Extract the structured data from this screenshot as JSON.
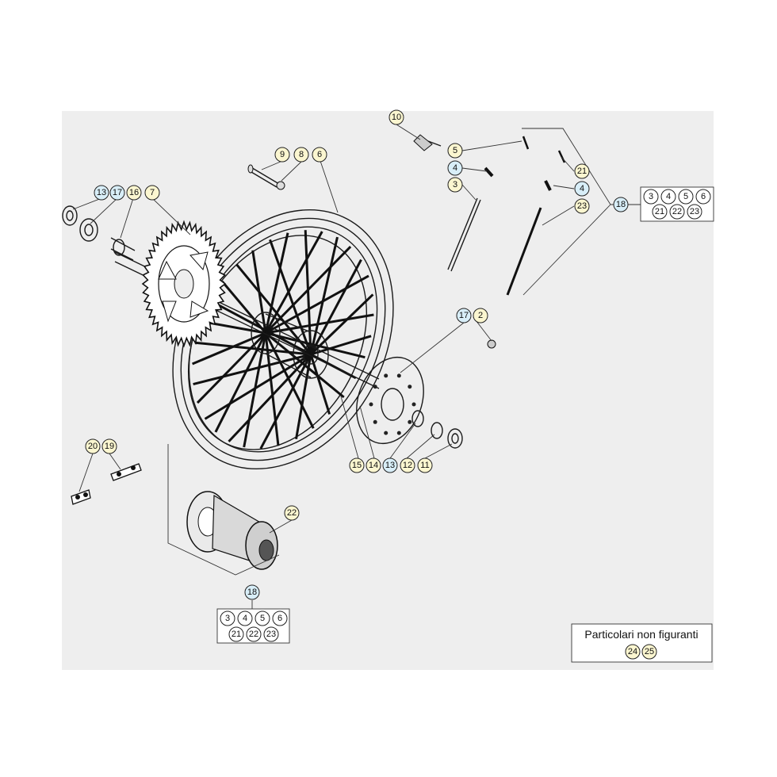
{
  "colors": {
    "background": "#eeeeee",
    "circle_yellow": "#fbf6d0",
    "circle_blue": "#d8eef8",
    "circle_white": "#ffffff"
  },
  "callouts": {
    "c2": "2",
    "c3": "3",
    "c4a": "4",
    "c4b": "4",
    "c5": "5",
    "c6": "6",
    "c7": "7",
    "c8": "8",
    "c9": "9",
    "c10": "10",
    "c11": "11",
    "c12": "12",
    "c13a": "13",
    "c13b": "13",
    "c14": "14",
    "c15": "15",
    "c16": "16",
    "c17a": "17",
    "c17b": "17",
    "c18a": "18",
    "c18b": "18",
    "c19": "19",
    "c20": "20",
    "c21": "21",
    "c22": "22",
    "c23": "23"
  },
  "kit_a": {
    "row1": [
      "3",
      "4",
      "5",
      "6"
    ],
    "row2": [
      "21",
      "22",
      "23"
    ]
  },
  "kit_b": {
    "row1": [
      "3",
      "4",
      "5",
      "6"
    ],
    "row2": [
      "21",
      "22",
      "23"
    ]
  },
  "legend": {
    "title": "Particolari non figuranti",
    "items": [
      "24",
      "25"
    ]
  }
}
